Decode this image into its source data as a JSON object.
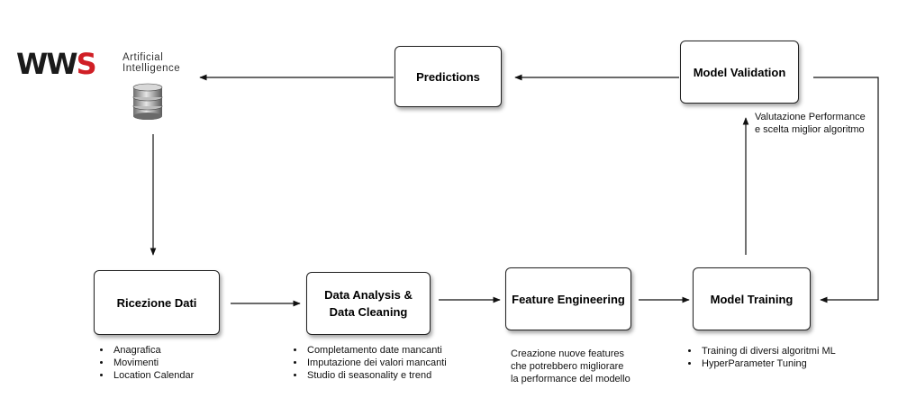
{
  "logo": {
    "mark_part1": "WW",
    "mark_part2": "S",
    "text_line1": "Artificial",
    "text_line2": "Intelligence"
  },
  "nodes": {
    "predictions": "Predictions",
    "model_validation": "Model Validation",
    "ricezione_dati": "Ricezione Dati",
    "data_analysis_line1": "Data Analysis &",
    "data_analysis_line2": "Data Cleaning",
    "feature_engineering": "Feature Engineering",
    "model_training": "Model Training"
  },
  "notes": {
    "validation_line1": "Valutazione Performance",
    "validation_line2": "e scelta miglior algoritmo",
    "ricezione_items": [
      "Anagrafica",
      "Movimenti",
      "Location Calendar"
    ],
    "analysis_items": [
      "Completamento date mancanti",
      "Imputazione dei valori mancanti",
      "Studio di seasonality e trend"
    ],
    "feature_line1": "Creazione nuove features",
    "feature_line2": "che potrebbero migliorare",
    "feature_line3": "la performance del modello",
    "training_items": [
      "Training di diversi algoritmi ML",
      "HyperParameter Tuning"
    ]
  },
  "colors": {
    "brand_red": "#d01f26",
    "brand_dark": "#1a1a1a",
    "line": "#111111"
  },
  "icons": {
    "database": "database-icon"
  }
}
